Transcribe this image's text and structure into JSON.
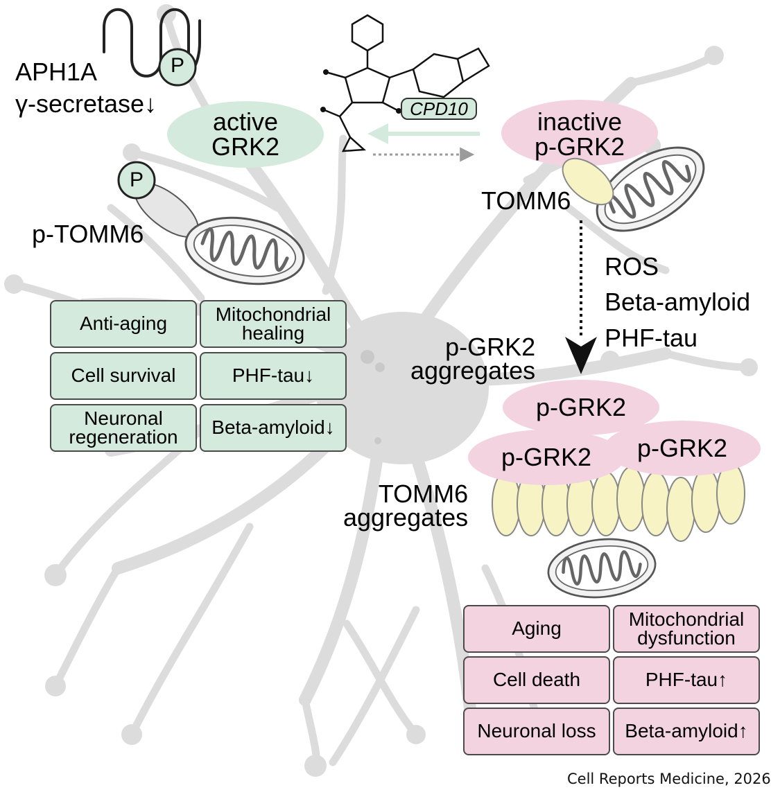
{
  "labels": {
    "aph1a": "APH1A",
    "secretase": "γ-secretase↓",
    "active_grk2": "active\nGRK2",
    "phospho": "P",
    "p_tomm6": "p-TOMM6",
    "cpd10": "CPD10",
    "inactive_grk2": "inactive\np-GRK2",
    "tomm6": "TOMM6",
    "ros": "ROS",
    "beta_amyloid": "Beta-amyloid",
    "phf_tau": "PHF-tau",
    "pgrk2_aggregates": "p-GRK2\naggregates",
    "pgrk2": "p-GRK2",
    "tomm6_aggregates": "TOMM6\naggregates"
  },
  "protective_effects": [
    "Anti-aging",
    "Mitochondrial\nhealing",
    "Cell survival",
    "PHF-tau↓",
    "Neuronal\nregeneration",
    "Beta-amyloid↓"
  ],
  "pathological_effects": [
    "Aging",
    "Mitochondrial\ndysfunction",
    "Cell death",
    "PHF-tau↑",
    "Neuronal loss",
    "Beta-amyloid↑"
  ],
  "credit": "Cell Reports Medicine, 2026",
  "colors": {
    "green": "#d3eadc",
    "pink": "#f3d3e0",
    "yellow": "#f8f3c4",
    "neuron": "#dcdcdc"
  }
}
